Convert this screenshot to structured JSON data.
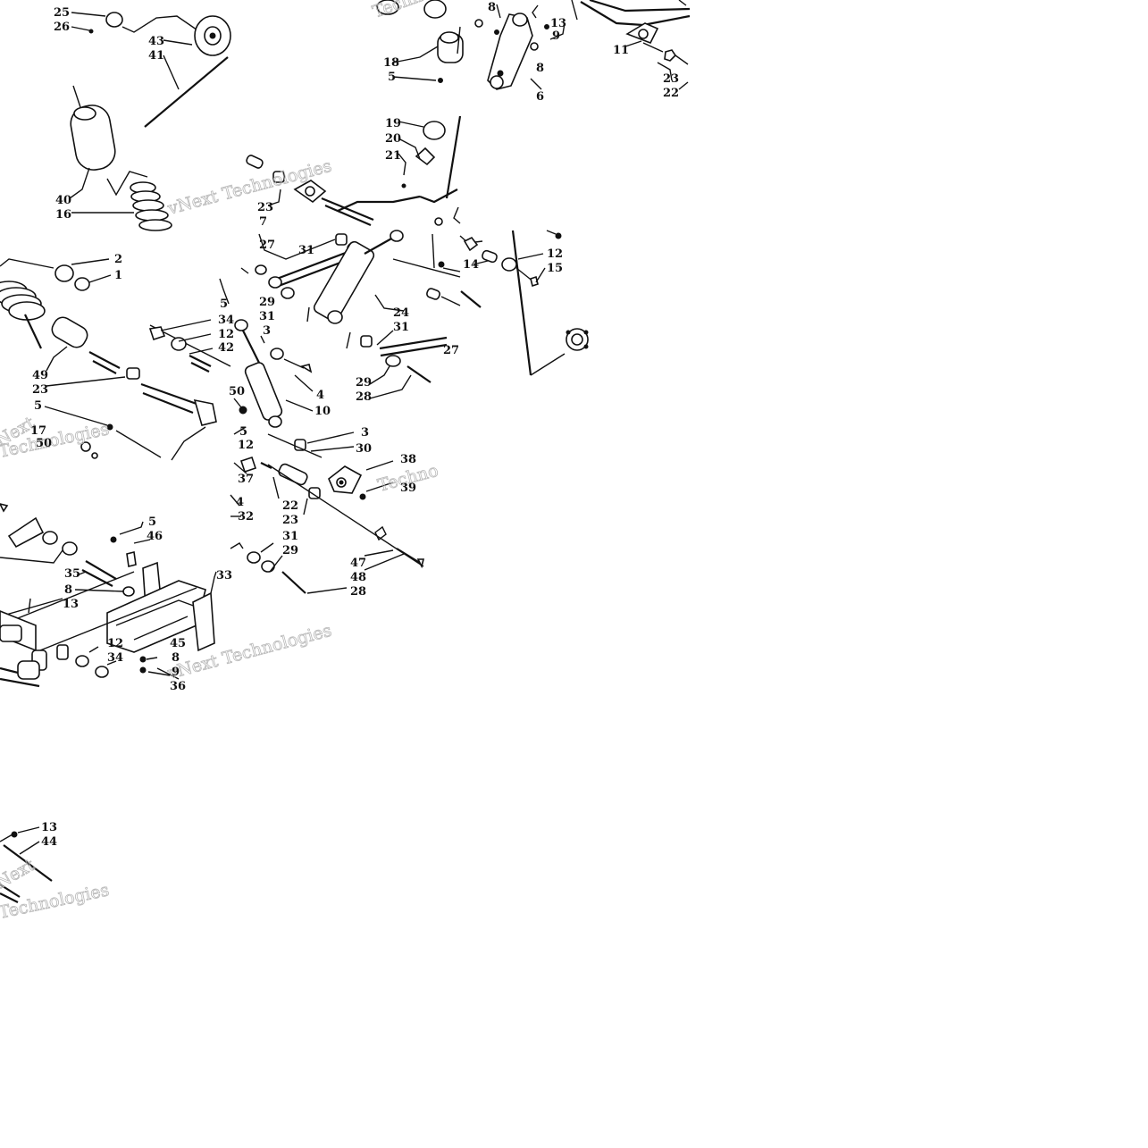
{
  "watermark": {
    "line_a": "vNext Technologies",
    "line_b": "Technologies",
    "line_c": "Next",
    "line_d": "Techno"
  },
  "callouts": [
    {
      "text": "25"
    },
    {
      "text": "26"
    },
    {
      "text": "43"
    },
    {
      "text": "41"
    },
    {
      "text": "40"
    },
    {
      "text": "16"
    },
    {
      "text": "18"
    },
    {
      "text": "5"
    },
    {
      "text": "19"
    },
    {
      "text": "20"
    },
    {
      "text": "21"
    },
    {
      "text": "23"
    },
    {
      "text": "7"
    },
    {
      "text": "27"
    },
    {
      "text": "31"
    },
    {
      "text": "8"
    },
    {
      "text": "13"
    },
    {
      "text": "9"
    },
    {
      "text": "8"
    },
    {
      "text": "6"
    },
    {
      "text": "11"
    },
    {
      "text": "23"
    },
    {
      "text": "22"
    },
    {
      "text": "2"
    },
    {
      "text": "1"
    },
    {
      "text": "49"
    },
    {
      "text": "23"
    },
    {
      "text": "5"
    },
    {
      "text": "17"
    },
    {
      "text": "50"
    },
    {
      "text": "5"
    },
    {
      "text": "34"
    },
    {
      "text": "12"
    },
    {
      "text": "42"
    },
    {
      "text": "29"
    },
    {
      "text": "31"
    },
    {
      "text": "3"
    },
    {
      "text": "4"
    },
    {
      "text": "24"
    },
    {
      "text": "31"
    },
    {
      "text": "27"
    },
    {
      "text": "29"
    },
    {
      "text": "28"
    },
    {
      "text": "50"
    },
    {
      "text": "10"
    },
    {
      "text": "3"
    },
    {
      "text": "30"
    },
    {
      "text": "5"
    },
    {
      "text": "12"
    },
    {
      "text": "14"
    },
    {
      "text": "12"
    },
    {
      "text": "15"
    },
    {
      "text": "37"
    },
    {
      "text": "22"
    },
    {
      "text": "23"
    },
    {
      "text": "38"
    },
    {
      "text": "39"
    },
    {
      "text": "4"
    },
    {
      "text": "32"
    },
    {
      "text": "31"
    },
    {
      "text": "29"
    },
    {
      "text": "47"
    },
    {
      "text": "48"
    },
    {
      "text": "28"
    },
    {
      "text": "5"
    },
    {
      "text": "46"
    },
    {
      "text": "35"
    },
    {
      "text": "8"
    },
    {
      "text": "13"
    },
    {
      "text": "33"
    },
    {
      "text": "12"
    },
    {
      "text": "34"
    },
    {
      "text": "45"
    },
    {
      "text": "8"
    },
    {
      "text": "9"
    },
    {
      "text": "36"
    },
    {
      "text": "13"
    },
    {
      "text": "44"
    }
  ]
}
